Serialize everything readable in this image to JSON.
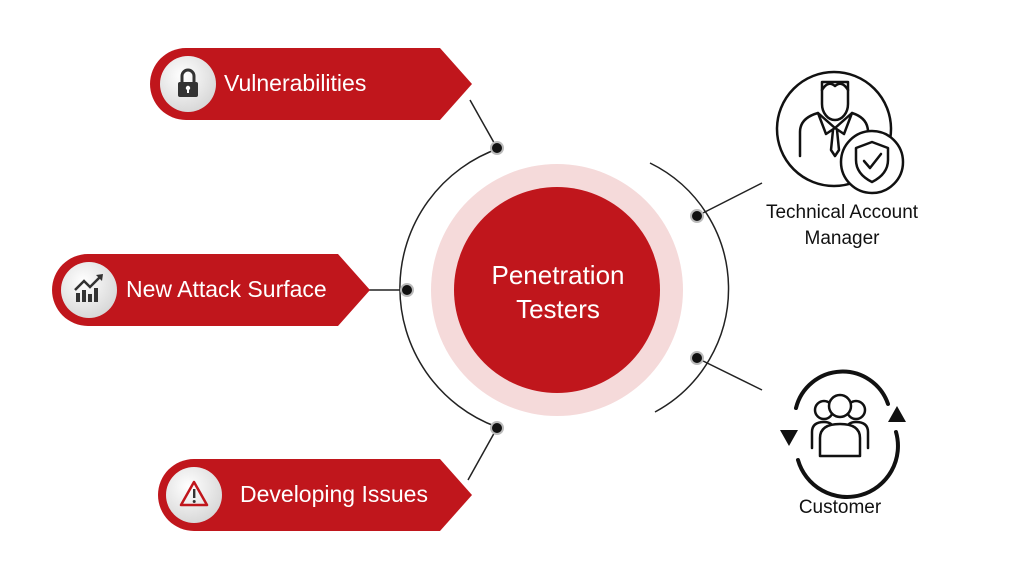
{
  "center": {
    "line1": "Penetration",
    "line2": "Testers"
  },
  "left_items": [
    {
      "label": "Vulnerabilities",
      "icon": "padlock-icon"
    },
    {
      "label": "New Attack Surface",
      "icon": "trend-chart-icon"
    },
    {
      "label": "Developing Issues",
      "icon": "warning-triangle-icon"
    }
  ],
  "right_items": [
    {
      "line1": "Technical Account",
      "line2": "Manager",
      "icon": "manager-shield-icon"
    },
    {
      "line1": "Customer",
      "icon": "customer-group-cycle-icon"
    }
  ],
  "colors": {
    "accent": "#c0161c",
    "halo": "#f5dada",
    "line": "#222222",
    "icon_bg": "#f0f0f0"
  }
}
